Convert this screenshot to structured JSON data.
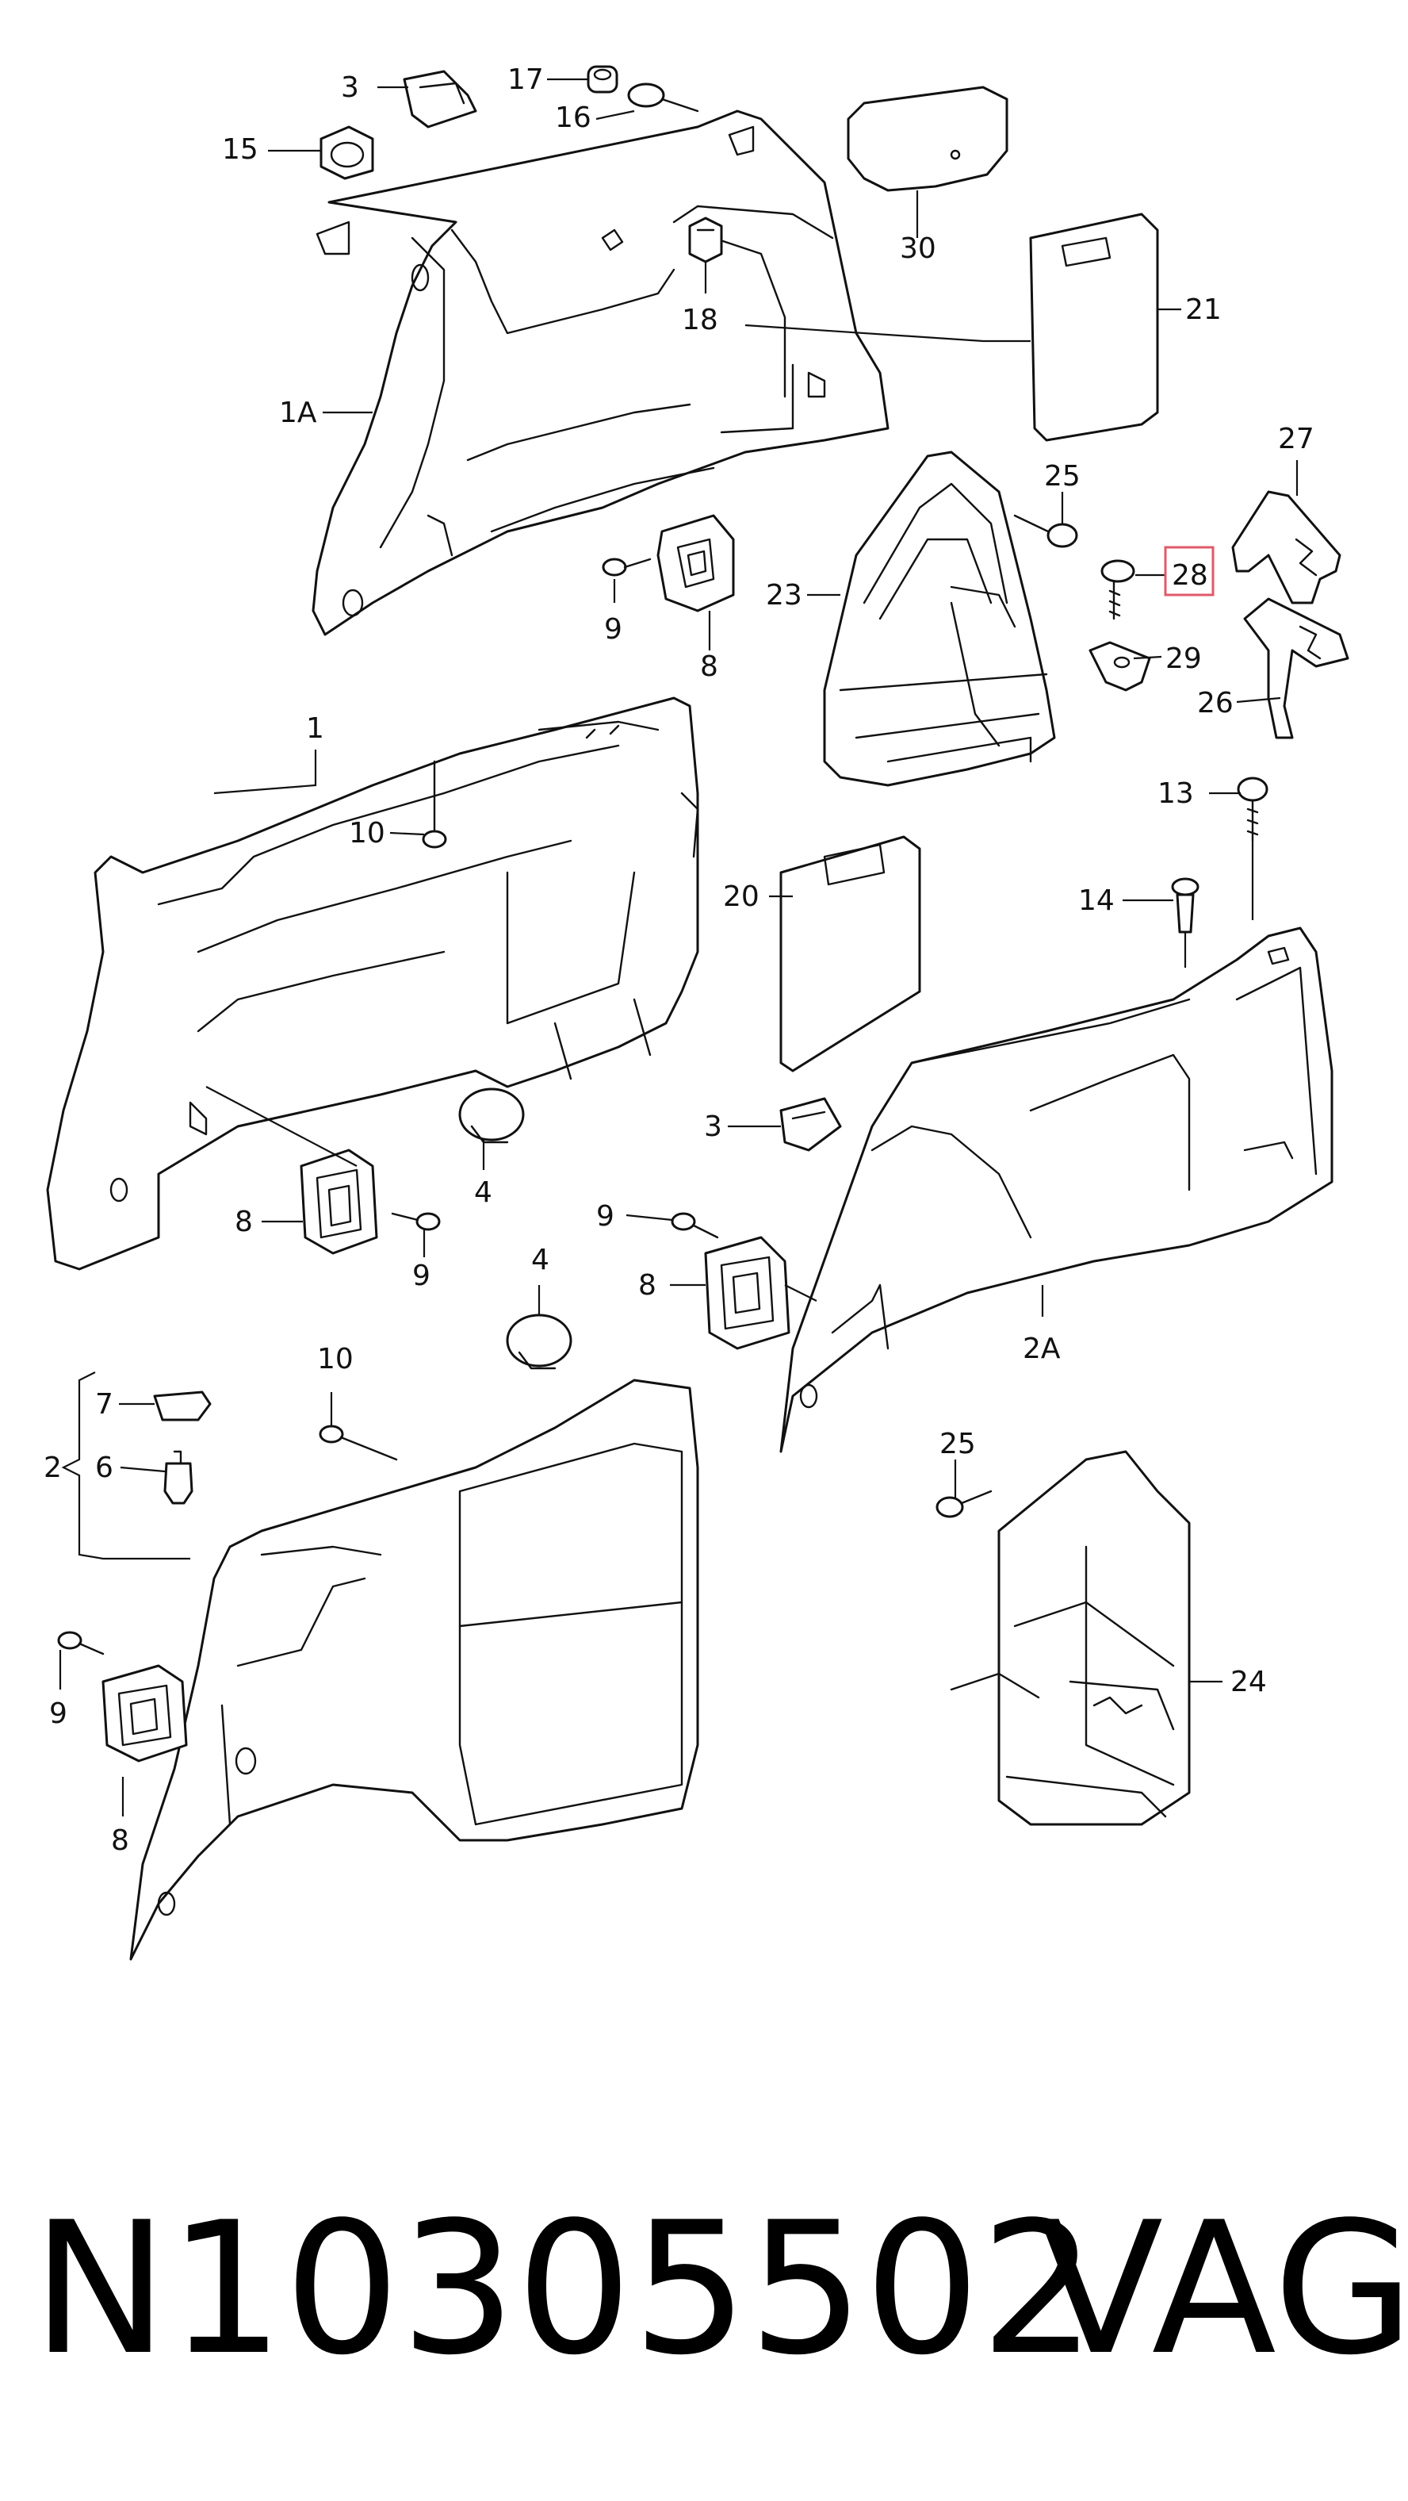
{
  "callouts": {
    "c3a": "3",
    "c17": "17",
    "c16": "16",
    "c15": "15",
    "c30": "30",
    "c21": "21",
    "c18": "18",
    "c1A": "1A",
    "c27": "27",
    "c25a": "25",
    "c28": "28",
    "c23": "23",
    "c29": "29",
    "c26": "26",
    "c9a": "9",
    "c8a": "8",
    "c1": "1",
    "c10a": "10",
    "c13": "13",
    "c20": "20",
    "c14": "14",
    "c3b": "3",
    "c8b": "8",
    "c9b": "9",
    "c4a": "4",
    "c9c": "9",
    "c4b": "4",
    "c8c": "8",
    "c2A": "2A",
    "c10b": "10",
    "c7": "7",
    "c2": "2",
    "c6": "6",
    "c25b": "25",
    "c24": "24",
    "c9d": "9",
    "c8d": "8"
  },
  "highlight": {
    "part": "28",
    "color": "#e05a6a"
  },
  "footer": {
    "part_number": "N10305502",
    "brand": "VAG"
  }
}
